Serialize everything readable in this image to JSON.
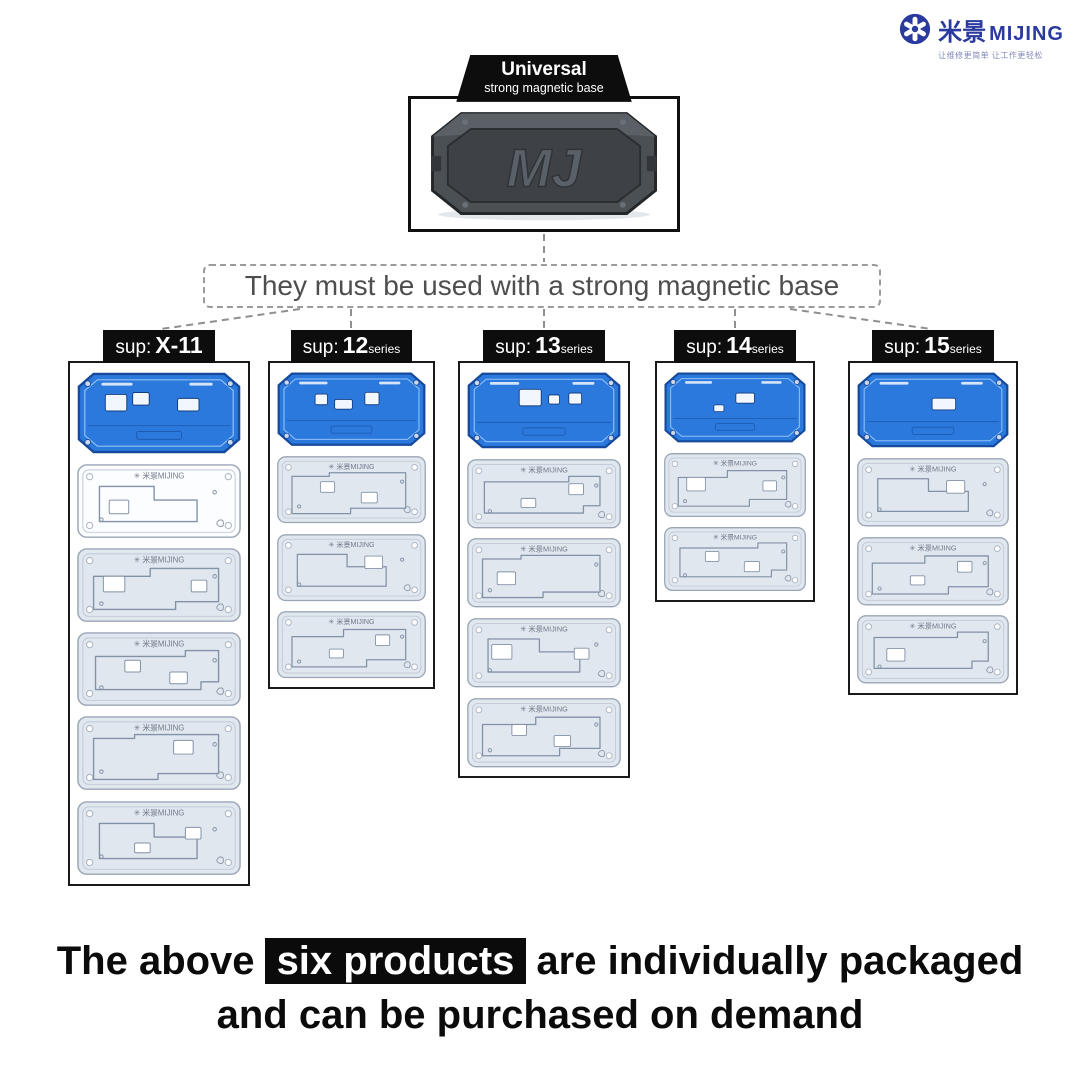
{
  "brand": {
    "cn": "米景",
    "en": "MIJING",
    "slogan": "让维修更简单 让工作更轻松",
    "color": "#2b3a9e"
  },
  "magnetic_base": {
    "badge_title": "Universal",
    "badge_subtitle": "strong magnetic base",
    "emblem": "MJ"
  },
  "callout_text": "They must be used with a strong magnetic base",
  "stencil_brand": "米景MIJING",
  "columns": [
    {
      "prefix": "sup:",
      "model": "X-11",
      "series": "",
      "silver_count": 5
    },
    {
      "prefix": "sup:",
      "model": "12",
      "series": "series",
      "silver_count": 3
    },
    {
      "prefix": "sup:",
      "model": "13",
      "series": "series",
      "silver_count": 4
    },
    {
      "prefix": "sup:",
      "model": "14",
      "series": "series",
      "silver_count": 2
    },
    {
      "prefix": "sup:",
      "model": "15",
      "series": "series",
      "silver_count": 3
    }
  ],
  "footer": {
    "before_highlight": "The above",
    "highlight": "six products",
    "after_highlight": "are individually packaged",
    "line2": "and can be purchased on demand"
  },
  "colors": {
    "platform_blue": "#2c79de",
    "stencil_silver": "#e1e7ef",
    "highlight_bg": "#0b0b0b",
    "brand_blue": "#2b3a9e"
  }
}
